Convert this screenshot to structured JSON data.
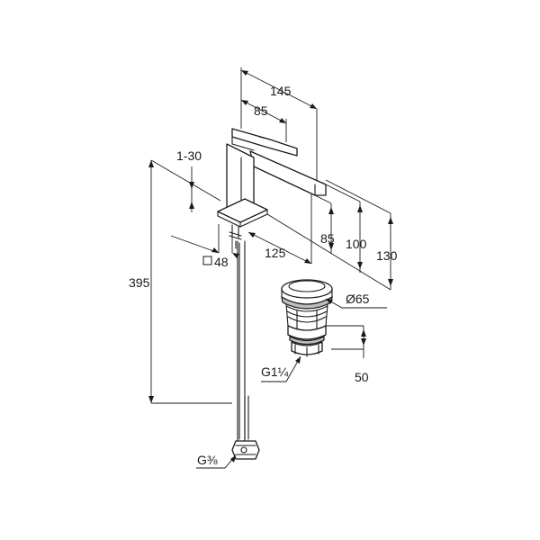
{
  "dimensions": {
    "spout_length": "145",
    "body_length": "85",
    "adjust": "1-30",
    "spout_height": "85",
    "body_height": "100",
    "total_height": "130",
    "projection": "125",
    "square_size": "48",
    "total_length": "395",
    "waste_diameter": "Ø65",
    "waste_thread": "G1¼",
    "waste_height": "50",
    "supply_thread": "G⅜"
  }
}
